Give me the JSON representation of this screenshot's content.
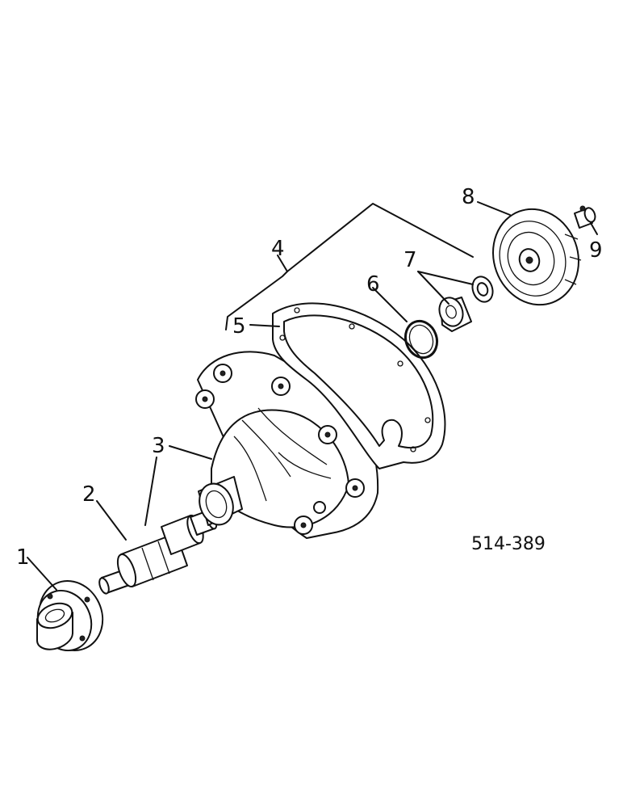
{
  "diagram": {
    "reference_code": "514-389",
    "callouts": [
      {
        "id": "1",
        "label": "1"
      },
      {
        "id": "2",
        "label": "2"
      },
      {
        "id": "3",
        "label": "3"
      },
      {
        "id": "4",
        "label": "4"
      },
      {
        "id": "5",
        "label": "5"
      },
      {
        "id": "6",
        "label": "6"
      },
      {
        "id": "7",
        "label": "7"
      },
      {
        "id": "8",
        "label": "8"
      },
      {
        "id": "9",
        "label": "9"
      }
    ]
  }
}
